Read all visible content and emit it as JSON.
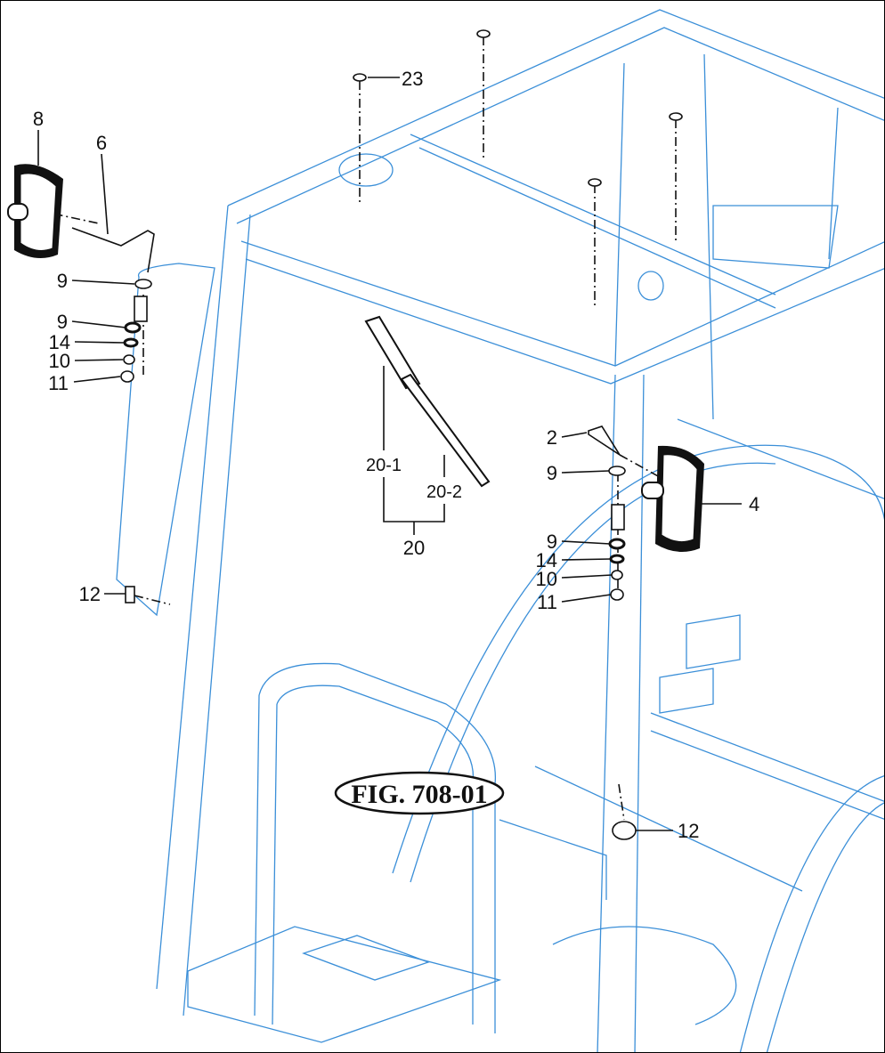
{
  "figure_label": "FIG. 708-01",
  "callouts": {
    "c8": "8",
    "c6": "6",
    "c9a": "9",
    "c9b": "9",
    "c14a": "14",
    "c10a": "10",
    "c11a": "11",
    "c12a": "12",
    "c23": "23",
    "c20_1": "20-1",
    "c20_2": "20-2",
    "c20": "20",
    "c2": "2",
    "c9c": "9",
    "c4": "4",
    "c9d": "9",
    "c14b": "14",
    "c10b": "10",
    "c11b": "11",
    "c12b": "12"
  },
  "colors": {
    "line": "#3b8fd8",
    "ink": "#111111"
  }
}
